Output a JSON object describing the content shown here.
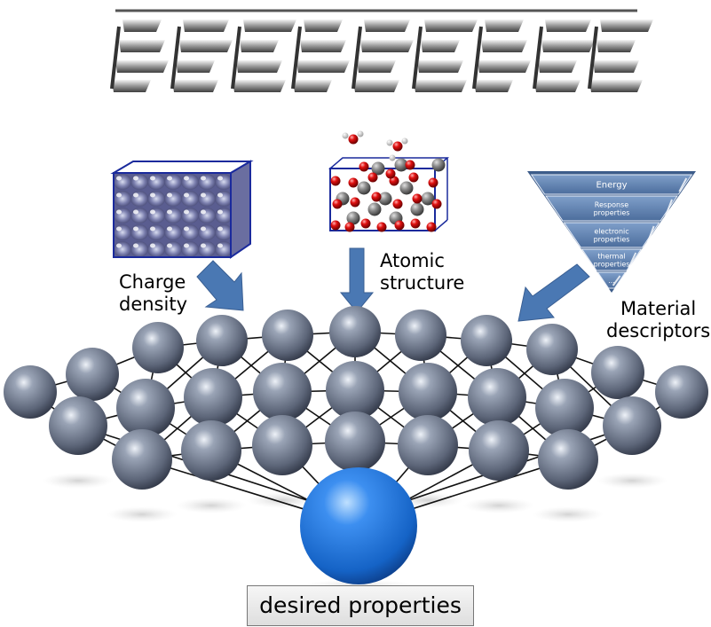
{
  "logo": {
    "text": "PYROPHNET"
  },
  "labels": {
    "charge_density": [
      "Charge",
      "density"
    ],
    "atomic_structure": [
      "Atomic",
      "structure"
    ],
    "material_descriptors": [
      "Material",
      "descriptors"
    ]
  },
  "descriptor_pyramid": {
    "levels": [
      "Energy",
      "Response properties",
      "electronic properties",
      "thermal properties",
      "..."
    ]
  },
  "output": {
    "label": "desired properties"
  },
  "colors": {
    "node_gray": "#6c7689",
    "output_blue": "#1f6fd0",
    "arrow_blue": "#4a78b3",
    "pyramid_blue": "#5d80ad",
    "cube_edge": "#1a2a9c"
  }
}
